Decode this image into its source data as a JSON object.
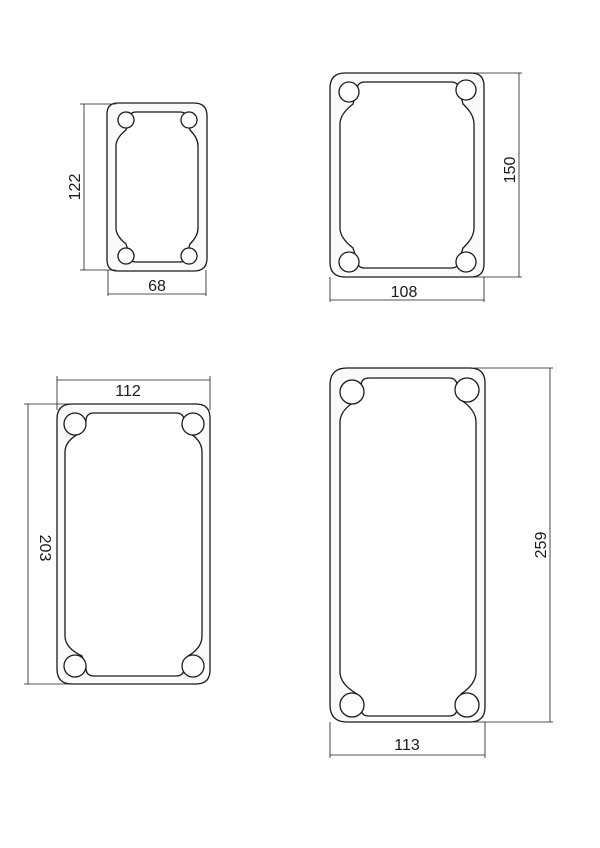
{
  "profiles": [
    {
      "id": "p1",
      "width_label": "68",
      "height_label": "122"
    },
    {
      "id": "p2",
      "width_label": "108",
      "height_label": "150"
    },
    {
      "id": "p3",
      "width_label": "112",
      "height_label": "203"
    },
    {
      "id": "p4",
      "width_label": "113",
      "height_label": "259"
    }
  ]
}
